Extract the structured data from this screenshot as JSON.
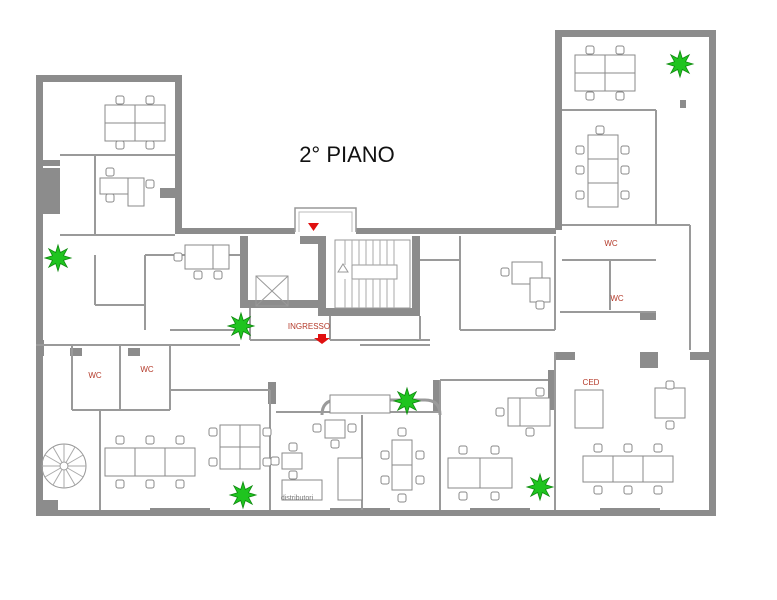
{
  "title": "2° PIANO",
  "labels": {
    "wc_1": "WC",
    "wc_2": "WC",
    "wc_3": "WC",
    "wc_4": "WC",
    "entrance": "INGRESSO",
    "server_room": "CED",
    "vending": "distributori"
  },
  "colors": {
    "wall": "#8c8c8c",
    "partition": "#9a9a9a",
    "furniture": "#8a8a8a",
    "plant": "#1fc41f",
    "label_red": "#b43a2a",
    "marker_red": "#e01010"
  }
}
